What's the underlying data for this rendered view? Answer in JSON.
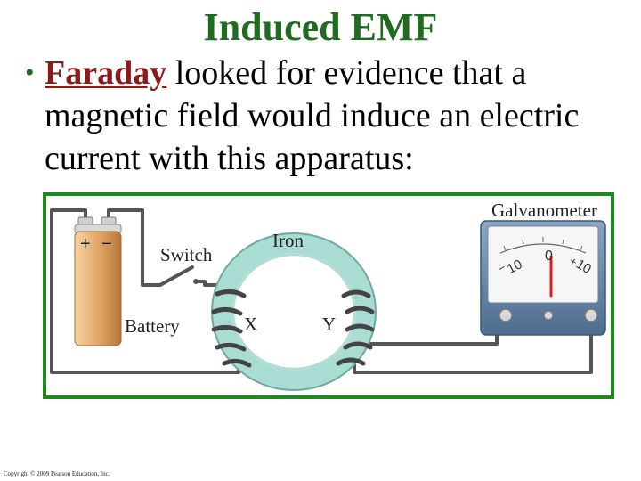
{
  "slide": {
    "title": "Induced EMF",
    "bullet": {
      "keyword": "Faraday",
      "text": " looked for evidence that a magnetic field would induce an electric current with this apparatus:"
    },
    "copyright": "Copyright © 2009 Pearson Education, Inc."
  },
  "figure": {
    "labels": {
      "galvanometer": "Galvanometer",
      "iron": "Iron",
      "switch": "Switch",
      "battery": "Battery",
      "coil_x": "X",
      "coil_y": "Y",
      "plus": "+",
      "minus": "−",
      "scale_left": "10",
      "scale_zero": "0",
      "scale_right": "10",
      "scale_neg_sign": "−",
      "scale_pos_sign": "+"
    },
    "colors": {
      "wire": "#555555",
      "ring": "#a9dcd2",
      "ring_edge": "#6fa9a0",
      "battery": "#e2a867",
      "meter_body": "#5f7fa0",
      "needle": "#d42020",
      "border": "#1e8a1e"
    }
  }
}
